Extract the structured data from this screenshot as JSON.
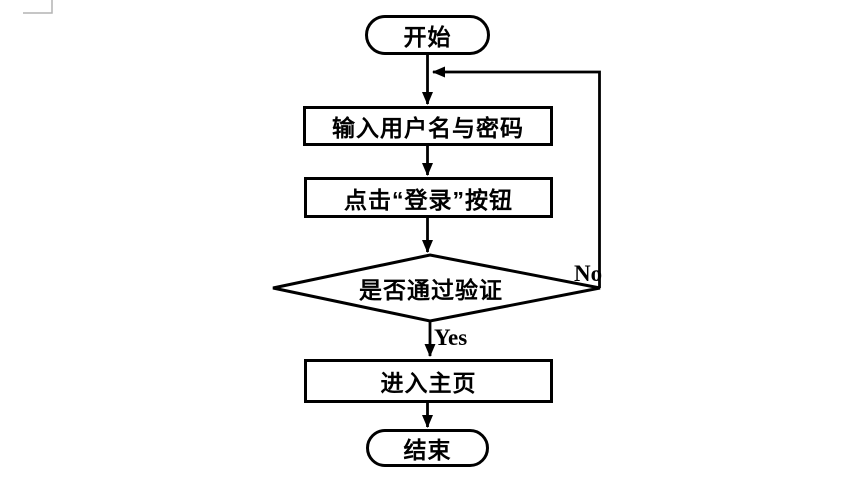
{
  "canvas": {
    "background": "#ffffff",
    "line_color": "#000000",
    "crop_mark_color": "#b3b3b3"
  },
  "flowchart": {
    "nodes": {
      "start": {
        "label": "开始",
        "type": "terminator"
      },
      "input_credentials": {
        "label": "输入用户名与密码",
        "type": "process"
      },
      "click_login": {
        "label": "点击“登录”按钮",
        "type": "process"
      },
      "verify": {
        "label": "是否通过验证",
        "type": "decision"
      },
      "enter_home": {
        "label": "进入主页",
        "type": "process"
      },
      "end": {
        "label": "结束",
        "type": "terminator"
      }
    },
    "edges": {
      "yes_label": "Yes",
      "no_label": "No"
    }
  }
}
